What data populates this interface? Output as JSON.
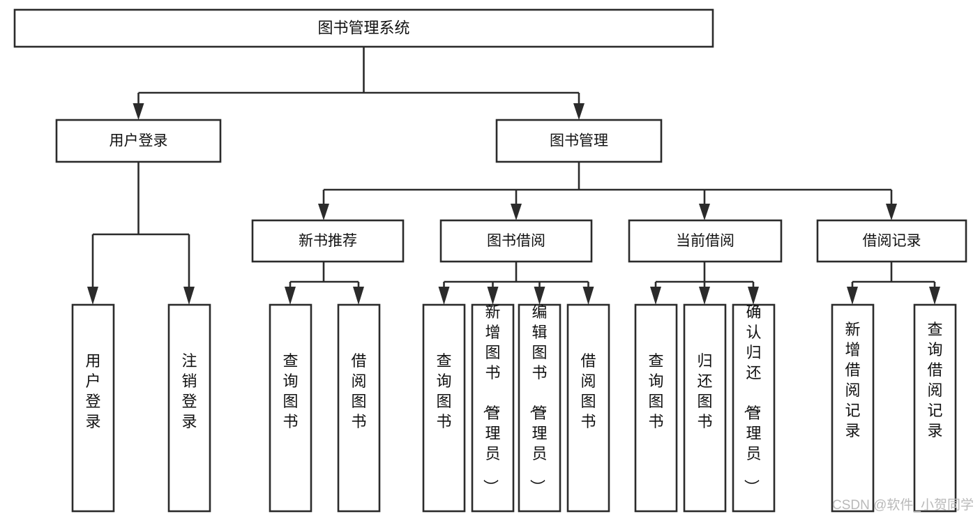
{
  "diagram": {
    "title": "图书管理系统",
    "type": "tree",
    "orientation": "top-down",
    "colors": {
      "box_stroke": "#2b2b2b",
      "box_fill": "#ffffff",
      "text": "#111111",
      "background": "#ffffff",
      "watermark": "#b9b9b9"
    },
    "root": {
      "label": "图书管理系统",
      "name": "node-root"
    },
    "level2": [
      {
        "label": "用户登录",
        "name": "node-user-login"
      },
      {
        "label": "图书管理",
        "name": "node-book-management"
      }
    ],
    "level3": [
      {
        "label": "新书推荐",
        "name": "node-new-book-recommend"
      },
      {
        "label": "图书借阅",
        "name": "node-book-borrow"
      },
      {
        "label": "当前借阅",
        "name": "node-current-borrow"
      },
      {
        "label": "借阅记录",
        "name": "node-borrow-record"
      }
    ],
    "leaves": {
      "user_login": [
        {
          "label": "用户登录",
          "name": "leaf-user-login"
        },
        {
          "label": "注销登录",
          "name": "leaf-user-logout"
        }
      ],
      "new_book_recommend": [
        {
          "label": "查询图书",
          "name": "leaf-query-book-1"
        },
        {
          "label": "借阅图书",
          "name": "leaf-borrow-book-1"
        }
      ],
      "book_borrow": [
        {
          "label": "查询图书",
          "name": "leaf-query-book-2"
        },
        {
          "label": "新增图书（管理员）",
          "name": "leaf-add-book-admin"
        },
        {
          "label": "编辑图书（管理员）",
          "name": "leaf-edit-book-admin"
        },
        {
          "label": "借阅图书",
          "name": "leaf-borrow-book-2"
        }
      ],
      "current_borrow": [
        {
          "label": "查询图书",
          "name": "leaf-query-book-3"
        },
        {
          "label": "归还图书",
          "name": "leaf-return-book"
        },
        {
          "label": "确认归还（管理员）",
          "name": "leaf-confirm-return-admin"
        }
      ],
      "borrow_record": [
        {
          "label": "新增借阅记录",
          "name": "leaf-add-borrow-record"
        },
        {
          "label": "查询借阅记录",
          "name": "leaf-query-borrow-record"
        }
      ]
    },
    "watermark": "CSDN @软件_小贺同学"
  }
}
